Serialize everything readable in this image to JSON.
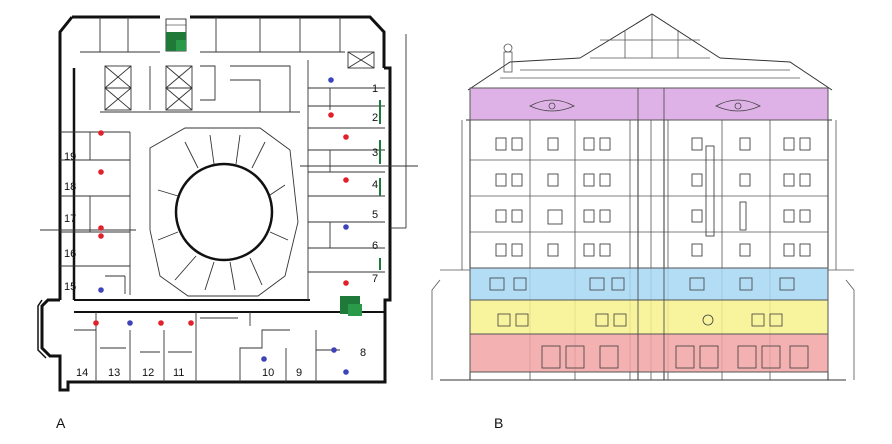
{
  "panels": {
    "a": {
      "label": "A",
      "rooms": [
        {
          "id": "1"
        },
        {
          "id": "2"
        },
        {
          "id": "3"
        },
        {
          "id": "4"
        },
        {
          "id": "5"
        },
        {
          "id": "6"
        },
        {
          "id": "7"
        },
        {
          "id": "8"
        },
        {
          "id": "9"
        },
        {
          "id": "10"
        },
        {
          "id": "11"
        },
        {
          "id": "12"
        },
        {
          "id": "13"
        },
        {
          "id": "14"
        },
        {
          "id": "15"
        },
        {
          "id": "16"
        },
        {
          "id": "17"
        },
        {
          "id": "18"
        },
        {
          "id": "19"
        }
      ]
    },
    "b": {
      "label": "B",
      "bands": [
        {
          "level": "top",
          "color": "#d9a5e3"
        },
        {
          "level": "upper-middle",
          "color": "#a4d7f3"
        },
        {
          "level": "lower-middle",
          "color": "#f7f28c"
        },
        {
          "level": "bottom",
          "color": "#f2a3a3"
        }
      ]
    }
  },
  "colors": {
    "marker_red": "#e0202a",
    "marker_blue": "#3e43b8",
    "stair_green": "#1f7a3a"
  }
}
